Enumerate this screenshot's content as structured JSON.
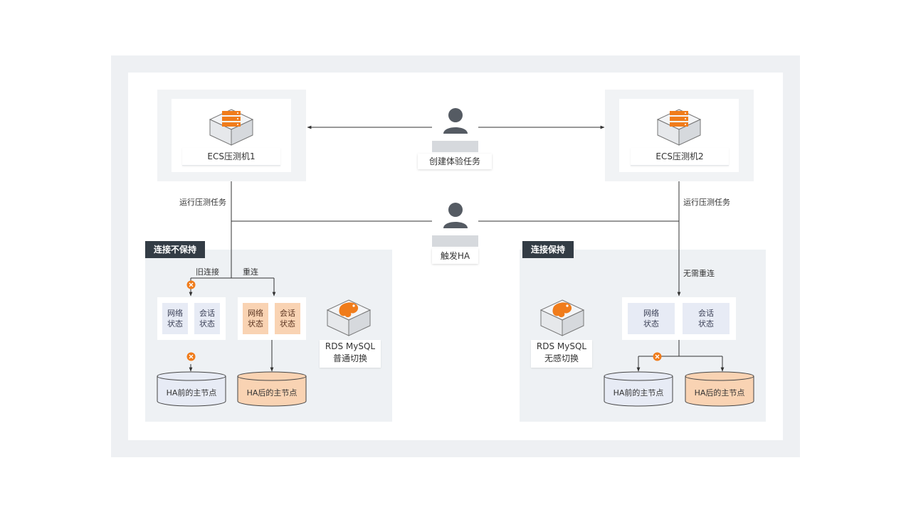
{
  "ecs": {
    "left_label": "ECS压测机1",
    "right_label": "ECS压测机2"
  },
  "users": {
    "create_label": "创建体验任务",
    "trigger_label": "触发HA"
  },
  "run_task_left": "运行压测任务",
  "run_task_right": "运行压测任务",
  "left_panel": {
    "title": "连接不保持",
    "old_connection": "旧连接",
    "reconnect": "重连",
    "state_network": "网络\n状态",
    "state_session": "会话\n状态",
    "rds_caption_line1": "RDS MySQL",
    "rds_caption_line2": "普通切换",
    "cyl_before": "HA前的主节点",
    "cyl_after": "HA后的主节点"
  },
  "right_panel": {
    "title": "连接保持",
    "no_reconnect": "无需重连",
    "state_network": "网络\n状态",
    "state_session": "会话\n状态",
    "rds_caption_line1": "RDS MySQL",
    "rds_caption_line2": "无感切换",
    "cyl_before": "HA前的主节点",
    "cyl_after": "HA后的主节点"
  },
  "colors": {
    "accent_orange": "#f07c1b",
    "dark_title": "#333c45",
    "panel_bg": "#eef1f4",
    "cyl_blue": "#e7ebf5",
    "cyl_orange": "#f9d3b3"
  },
  "icons": [
    "server-icon",
    "user-icon",
    "rds-mysql-icon",
    "error-x-icon",
    "database-cylinder-icon"
  ]
}
